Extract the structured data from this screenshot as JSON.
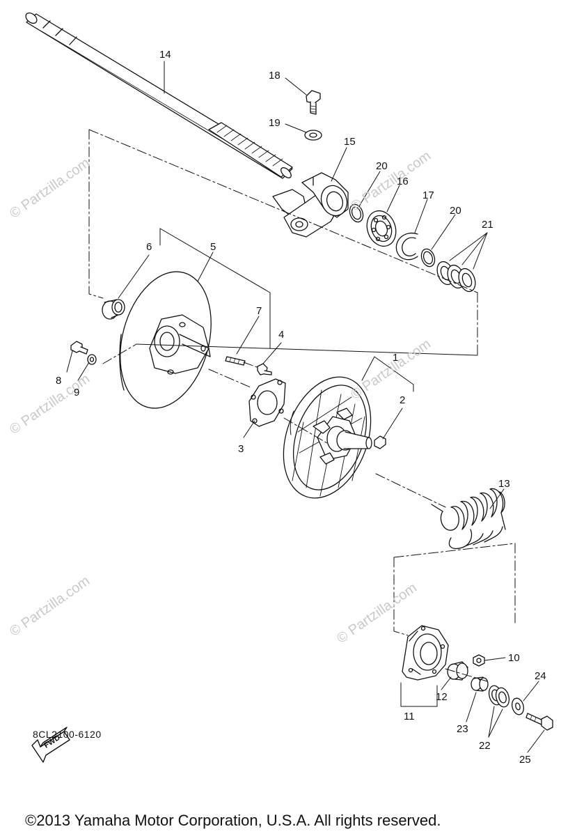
{
  "watermarks": [
    "© Partzilla.com",
    "© Partzilla.com",
    "© Partzilla.com",
    "© Partzilla.com",
    "© Partzilla.com",
    "© Partzilla.com"
  ],
  "callouts": {
    "p1": "1",
    "p2": "2",
    "p3": "3",
    "p4": "4",
    "p5": "5",
    "p6": "6",
    "p7": "7",
    "p8": "8",
    "p9": "9",
    "p10": "10",
    "p11": "11",
    "p12": "12",
    "p13": "13",
    "p14": "14",
    "p15": "15",
    "p16": "16",
    "p17": "17",
    "p18": "18",
    "p19": "19",
    "p20a": "20",
    "p20b": "20",
    "p21": "21",
    "p22": "22",
    "p23": "23",
    "p24": "24",
    "p25": "25"
  },
  "fwd_label": "FWD",
  "doc_code": "8CL2100-6120",
  "copyright": "©2013 Yamaha Motor Corporation, U.S.A. All rights reserved."
}
